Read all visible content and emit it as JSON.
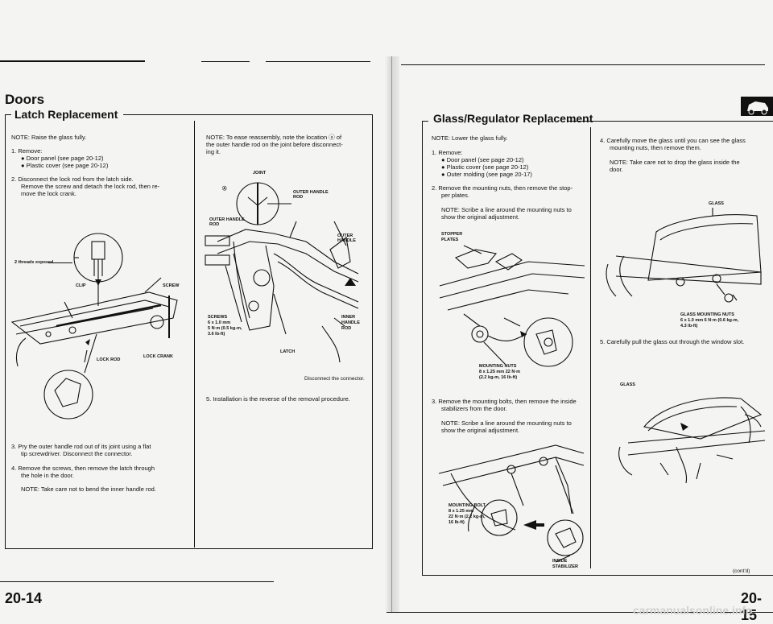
{
  "left": {
    "section": "Doors",
    "title": "Latch Replacement",
    "note1": "NOTE: Raise the glass fully.",
    "step1": "1.  Remove:",
    "step1_items": [
      "● Door panel (see page 20-12)",
      "● Plastic cover (see page 20-12)"
    ],
    "step2": [
      "2.  Disconnect the lock rod from the latch side.",
      "Remove the screw and detach the lock rod, then re-",
      "move the lock crank."
    ],
    "fig1_labels": {
      "threads": "2 threads exposed",
      "clip": "CLIP",
      "screw": "SCREW",
      "lockrod": "LOCK ROD",
      "lockcrank": "LOCK CRANK"
    },
    "step3": [
      "3.  Pry the outer handle rod out of its joint using a flat",
      "tip screwdriver. Disconnect the connector."
    ],
    "step4": [
      "4.  Remove the screws, then remove the latch through",
      "the hole in the door."
    ],
    "note2": "NOTE: Take care not to bend the inner handle rod.",
    "note3": [
      "NOTE: To ease reassembly, note the location ⓐ of",
      "the outer handle rod on the joint before disconnect-",
      "ing it."
    ],
    "fig2_labels": {
      "joint": "JOINT",
      "outer_rod_a": "OUTER HANDLE",
      "outer_rod_b": "ROD",
      "outer_rod2_a": "OUTER HANDLE",
      "outer_rod2_b": "ROD",
      "outer_handle_a": "OUTER",
      "outer_handle_b": "HANDLE",
      "screws": [
        "SCREWS",
        "6 x 1.0 mm",
        "5 N·m (0.5 kg-m,",
        "3.6 lb-ft)"
      ],
      "inner": [
        "INNER",
        "HANDLE",
        "ROD"
      ],
      "latch": "LATCH",
      "circle_a": "Ⓐ"
    },
    "caption": "Disconnect the connector.",
    "step5": "5.  Installation is the reverse of the removal procedure.",
    "page": "20-14"
  },
  "right": {
    "title": "Glass/Regulator Replacement",
    "note1": "NOTE: Lower the glass fully.",
    "step1": "1.  Remove:",
    "step1_items": [
      "● Door panel (see page 20-12)",
      "● Plastic cover (see page 20-12)",
      "● Outer molding (see page 20-17)"
    ],
    "step2": [
      "2.  Remove the mounting nuts, then remove the stop-",
      "per plates."
    ],
    "note2": [
      "NOTE: Scribe a line around the mounting nuts to",
      "show the original adjustment."
    ],
    "fig1_labels": {
      "stopper": [
        "STOPPER",
        "PLATES"
      ],
      "nuts": [
        "MOUNTING NUTS",
        "8 x 1.25 mm 22 N·m",
        "(2.2 kg-m, 16 lb-ft)"
      ]
    },
    "step3": [
      "3.  Remove the mounting bolts, then remove the inside",
      "stabilizers from the door."
    ],
    "note3": [
      "NOTE: Scribe a line around the mounting nuts to",
      "show the original adjustment."
    ],
    "fig2_labels": {
      "bolt": [
        "MOUNTING BOLT",
        "8 x 1.25 mm",
        "22 N·m (2.2 kg-m,",
        "16 lb-ft)"
      ],
      "stabilizer": [
        "INSIDE",
        "STABILIZER"
      ]
    },
    "step4": [
      "4.  Carefully move the glass until you can see the glass",
      "mounting nuts, then remove them."
    ],
    "note4": [
      "NOTE: Take care not to drop the glass inside the",
      "door."
    ],
    "fig3_labels": {
      "glass": "GLASS",
      "nuts": [
        "GLASS MOUNTING NUTS",
        "6 x 1.0 mm 6 N·m (0.6 kg-m,",
        "4.3 lb-ft)"
      ]
    },
    "step5": "5.  Carefully pull the glass out through the window slot.",
    "fig4_labels": {
      "glass": "GLASS"
    },
    "contd": "(cont'd)",
    "page": "20-15"
  },
  "watermark": "carmanualsonline.info"
}
